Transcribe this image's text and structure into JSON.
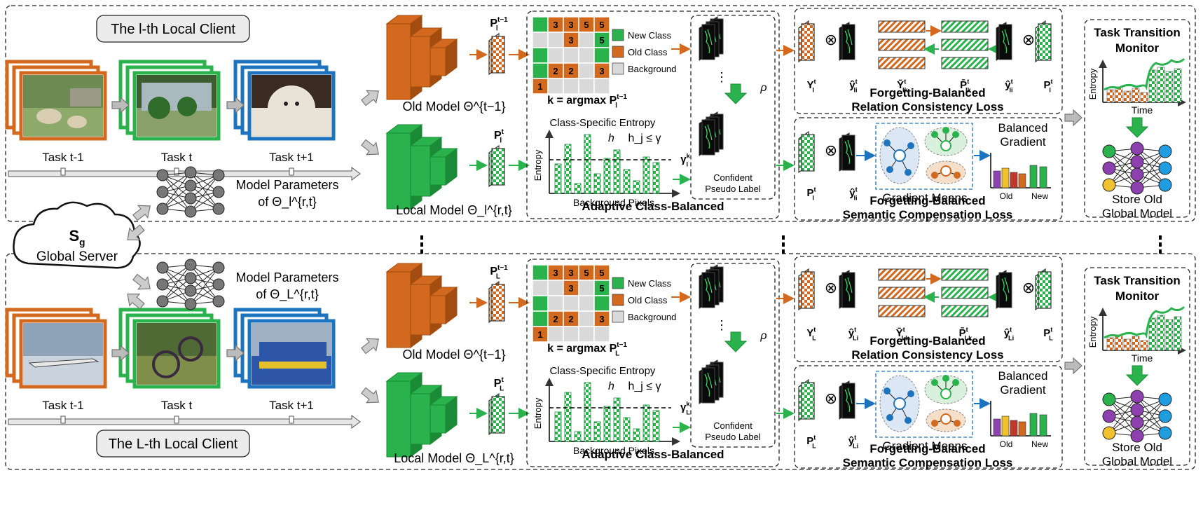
{
  "colors": {
    "old": "#d2691e",
    "old_dark": "#a34c10",
    "new": "#2ab24d",
    "new_dark": "#1a8a36",
    "background_cell": "#d9d9d9",
    "arrow_blue": "#1e73be",
    "monitor_line": "#2ab24d"
  },
  "clients": [
    {
      "id": "l",
      "client_label": "The l-th Local Client",
      "tasks": [
        "Task t-1",
        "Task t",
        "Task t+1"
      ],
      "model_params": [
        "Model Parameters",
        "of Θ_l^{r,t}"
      ],
      "old_model_label": "Old Model Θ^{t−1}",
      "local_model_label": "Local Model Θ_l^{r,t}",
      "p_old": "P_l^{t−1}",
      "p_new": "P_l^t",
      "argmax": "k = argmax P_l^{t−1}",
      "entropy_symbol": "γ_l^k",
      "grid": [
        [
          "g",
          "o3",
          "o3",
          "o5",
          "o5"
        ],
        [
          "b",
          "b",
          "o3",
          "b",
          "g5"
        ],
        [
          "g",
          "b",
          "b",
          "b",
          "g"
        ],
        [
          "g",
          "o2",
          "o2",
          "b",
          "o3"
        ],
        [
          "o1",
          "b",
          "b",
          "b",
          "b"
        ]
      ],
      "loss1": [
        "Y_l^t",
        "ŷ_li^t",
        "Ȳ_lk^t",
        "P̄_lk^t",
        "ŷ_li^t",
        "P_l^t"
      ],
      "loss2": [
        "P_l^t",
        "ŷ_li^t"
      ]
    },
    {
      "id": "L",
      "client_label": "The L-th Local Client",
      "tasks": [
        "Task t-1",
        "Task t",
        "Task t+1"
      ],
      "model_params": [
        "Model Parameters",
        "of Θ_L^{r,t}"
      ],
      "old_model_label": "Old Model Θ^{t−1}",
      "local_model_label": "Local Model Θ_L^{r,t}",
      "p_old": "P_L^{t−1}",
      "p_new": "P_L^t",
      "argmax": "k = argmax P_L^{t−1}",
      "entropy_symbol": "γ_L^k",
      "grid": [
        [
          "g",
          "o3",
          "o3",
          "o5",
          "o5"
        ],
        [
          "b",
          "b",
          "o3",
          "b",
          "g5"
        ],
        [
          "g",
          "b",
          "b",
          "b",
          "g"
        ],
        [
          "g",
          "o2",
          "o2",
          "b",
          "o3"
        ],
        [
          "o1",
          "b",
          "b",
          "b",
          "b"
        ]
      ],
      "loss1": [
        "Y_L^t",
        "ŷ_Li^t",
        "Ȳ_Lk^t",
        "P̄_Lk^t",
        "ŷ_Li^t",
        "P_L^t"
      ],
      "loss2": [
        "P_L^t",
        "ŷ_Li^t"
      ]
    }
  ],
  "legend": [
    "New Class",
    "Old Class",
    "Background"
  ],
  "entropy_chart": {
    "title": "Class-Specific Entropy",
    "condition": "h_j ≤ γ",
    "ylabel": "Entropy",
    "xlabel": "Background Pixels"
  },
  "pseudo_label": {
    "section_title_1": "Adaptive Class-Balanced",
    "section_title_2": "Pseudo Labeling",
    "confident_1": "Confident",
    "confident_2": "Pseudo Label",
    "rho": "ρ"
  },
  "relation_loss": [
    "Forgetting-Balanced",
    "Relation Consistency Loss"
  ],
  "semantic_loss": [
    "Forgetting-Balanced",
    "Semantic Compensation Loss"
  ],
  "gradient": {
    "means": "Gradient Means",
    "title_1": "Balanced",
    "title_2": "Gradient",
    "old": "Old",
    "new": "New"
  },
  "monitor": {
    "title_1": "Task Transition",
    "title_2": "Monitor",
    "ylabel": "Entropy",
    "xlabel": "Time",
    "store_1": "Store Old",
    "store_2": "Global Model"
  },
  "server": {
    "symbol": "S_g",
    "label": "Global Server"
  }
}
